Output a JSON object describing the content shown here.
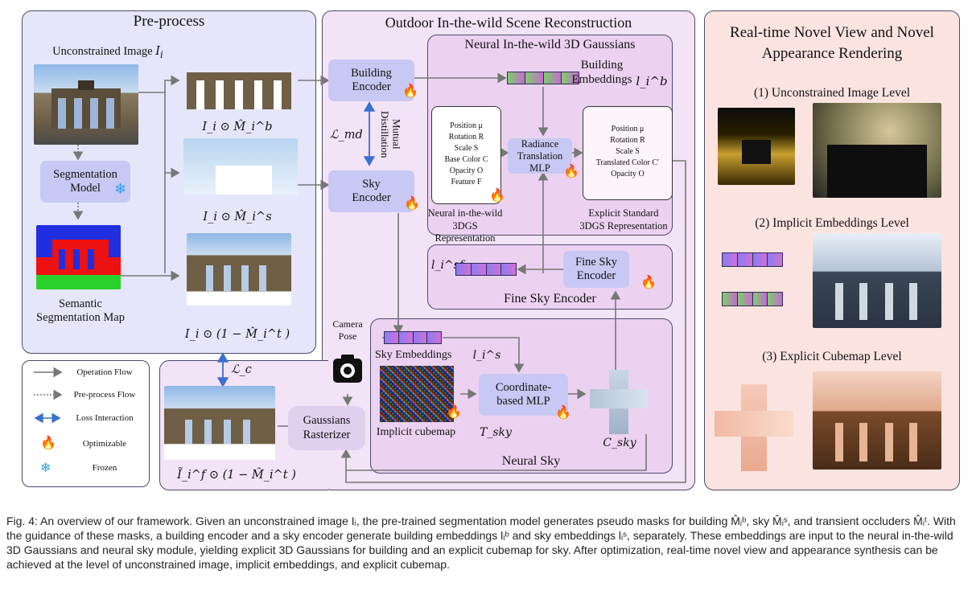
{
  "preprocess": {
    "title": "Pre-process",
    "unconstrained_label": "Unconstrained Image ",
    "unconstrained_sub": "I",
    "unconstrained_idx": "i",
    "segmentation_model": "Segmentation Model",
    "semantic_map_label": "Semantic Segmentation Map",
    "mask_b_label": "I_i ⊙ M̂_i^b",
    "mask_s_label": "I_i ⊙ M̂_i^s",
    "mask_t_label": "I_i ⊙ (1 − M̂_i^t )"
  },
  "legend": {
    "items": [
      "Operation Flow",
      "Pre-process Flow",
      "Loss Interaction",
      "Optimizable",
      "Frozen"
    ]
  },
  "reconstruction": {
    "title": "Outdoor In-the-wild Scene Reconstruction",
    "building_encoder": "Building Encoder",
    "sky_encoder": "Sky Encoder",
    "loss_md": "ℒ_md",
    "mutual_distillation": "Mutual Distillation",
    "camera_pose": "Camera Pose",
    "loss_c": "ℒ_c",
    "rasterizer": "Gaussians Rasterizer",
    "rendered_label": "Ĩ_i^f ⊙ (1 − M̂_i^t )"
  },
  "gaussians": {
    "title": "Neural In-the-wild 3D Gaussians",
    "building_embeddings": "Building Embeddings",
    "building_symbol": "l_i^b",
    "neural_attrs": [
      "Position μ",
      "Rotation R",
      "Scale S",
      "Base Color C",
      "Opacity O",
      "Feature F"
    ],
    "neural_label": "Neural in-the-wild 3DGS Representation",
    "radiance_mlp": "Radiance Translation MLP",
    "explicit_attrs": [
      "Position μ",
      "Rotation R",
      "Scale S",
      "Translated Color C′",
      "Opacity O"
    ],
    "explicit_label": "Explicit Standard 3DGS Representation"
  },
  "fine_sky": {
    "title": "Fine Sky Encoder",
    "encoder": "Fine Sky Encoder",
    "symbol": "l_i^sf"
  },
  "neural_sky": {
    "title": "Neural Sky",
    "sky_embeddings": "Sky Embeddings",
    "sky_symbol": "l_i^s",
    "implicit_cubemap": "Implicit cubemap",
    "t_sky": "T_sky",
    "coordinate_mlp": "Coordinate-based MLP",
    "c_sky": "C_sky"
  },
  "realtime": {
    "title": "Real-time Novel View and Novel Appearance Rendering",
    "level1": "(1) Unconstrained Image Level",
    "level2": "(2) Implicit Embeddings Level",
    "level3": "(3) Explicit Cubemap Level"
  },
  "caption": "Fig. 4: An overview of our framework. Given an unconstrained image Iᵢ, the pre-trained segmentation model generates pseudo masks for building M̂ᵢᵇ, sky M̂ᵢˢ, and transient occluders M̂ᵢᵗ. With the guidance of these masks, a building encoder and a sky encoder generate building embeddings lᵢᵇ and sky embeddings lᵢˢ, separately. These embeddings are input to the neural in-the-wild 3D Gaussians and neural sky module, yielding explicit 3D Gaussians for building and an explicit cubemap for sky. After optimization, real-time novel view and appearance synthesis can be achieved at the level of unconstrained image, implicit embeddings, and explicit cubemap.",
  "colors": {
    "preprocess_bg": "#e6e6fb",
    "recon_bg": "#f3e3f7",
    "gaussians_bg": "#ecd2f1",
    "realtime_bg": "#fbe4e0",
    "encoder_box": "#c8c8f4",
    "loss_arrow": "#3b6fd0",
    "flame": "#ff6a00",
    "frozen": "#2f9fe0"
  }
}
